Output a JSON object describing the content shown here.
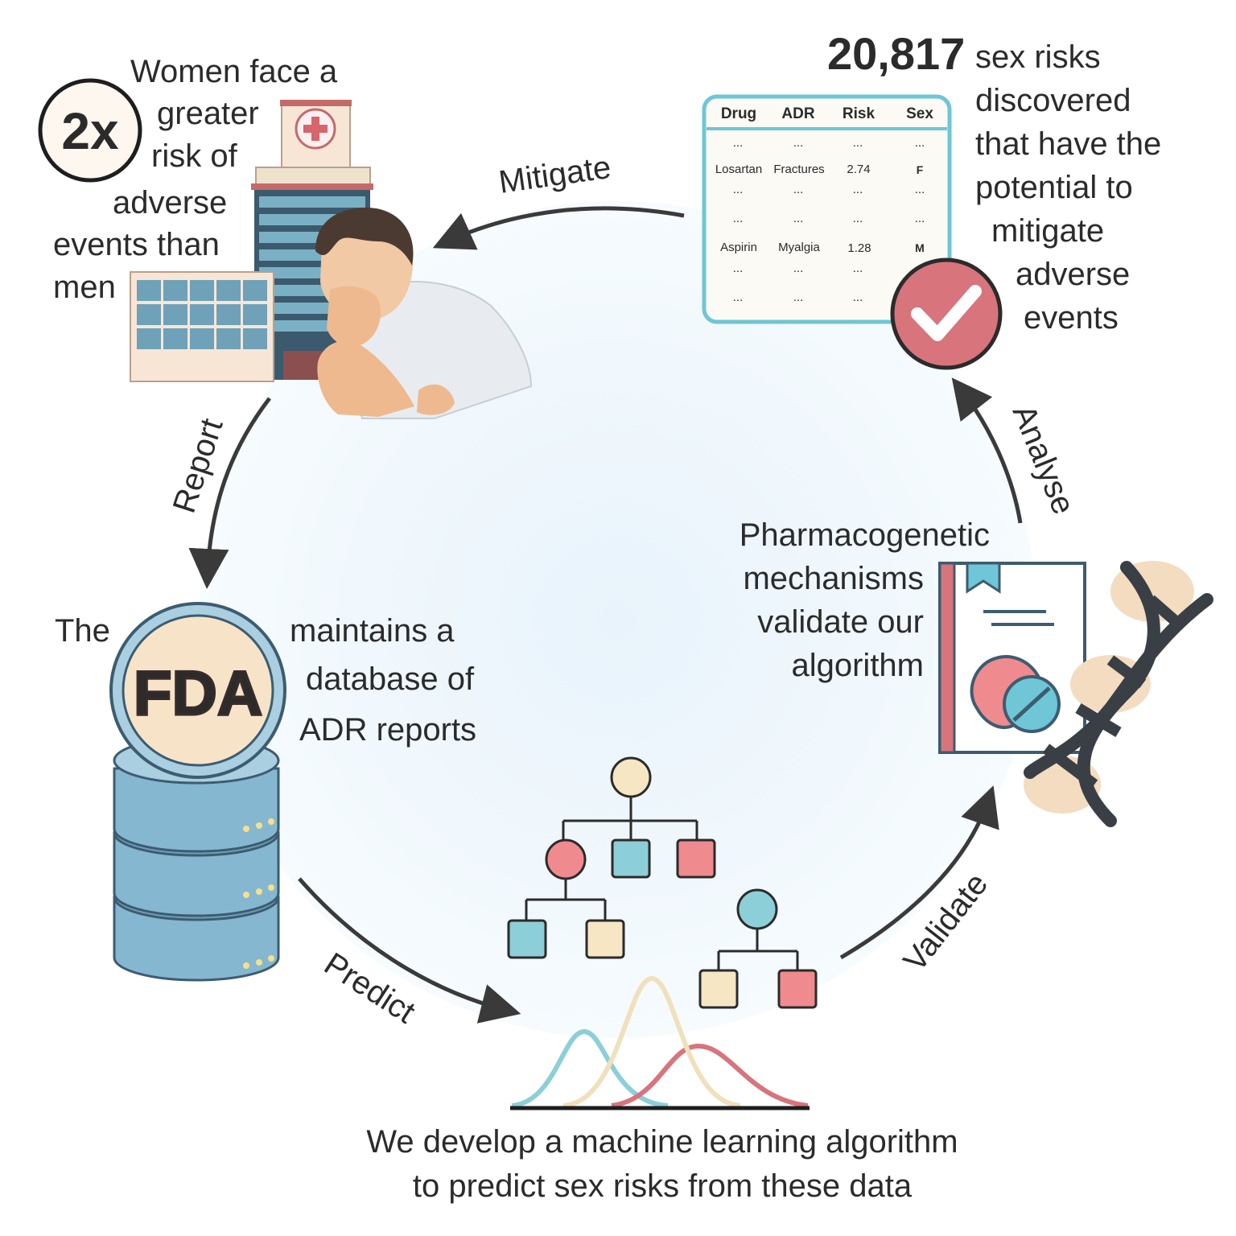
{
  "colors": {
    "accent_red": "#d8747c",
    "teal": "#8ccfd8",
    "cream": "#f7e6c4",
    "salmon": "#ef8a8e",
    "dark": "#2b2b2b",
    "db_blue": "#8cb8d0",
    "table_border": "#6ec6d6"
  },
  "badge": {
    "text": "2x"
  },
  "women_text": {
    "lines": [
      "Women face a",
      "greater",
      "risk of",
      "adverse",
      "events than",
      "men"
    ]
  },
  "stat": {
    "number": "20,817",
    "lines": [
      "sex risks",
      "discovered",
      "that have the",
      "potential to",
      "mitigate",
      "adverse",
      "events"
    ]
  },
  "table": {
    "headers": [
      "Drug",
      "ADR",
      "Risk",
      "Sex"
    ],
    "ellipsis": "...",
    "rows": [
      [
        "Losartan",
        "Fractures",
        "2.74",
        "F"
      ],
      [
        "Aspirin",
        "Myalgia",
        "1.28",
        "M"
      ]
    ]
  },
  "fda": {
    "logo": "FDA",
    "the": "The",
    "lines": [
      "maintains a",
      "database of",
      "ADR reports"
    ]
  },
  "pharma": {
    "lines": [
      "Pharmacogenetic",
      "mechanisms",
      "validate our",
      "algorithm"
    ]
  },
  "ml": {
    "lines": [
      "We develop a machine learning algorithm",
      "to predict sex risks from these data"
    ]
  },
  "cycle_labels": {
    "mitigate": "Mitigate",
    "report": "Report",
    "predict": "Predict",
    "validate": "Validate",
    "analyse": "Analyse"
  },
  "icons": [
    "hospital-icon",
    "sick-person-icon",
    "check-icon",
    "database-icon",
    "decision-tree-icon",
    "distribution-curves-icon",
    "pill-book-icon",
    "dna-icon"
  ]
}
